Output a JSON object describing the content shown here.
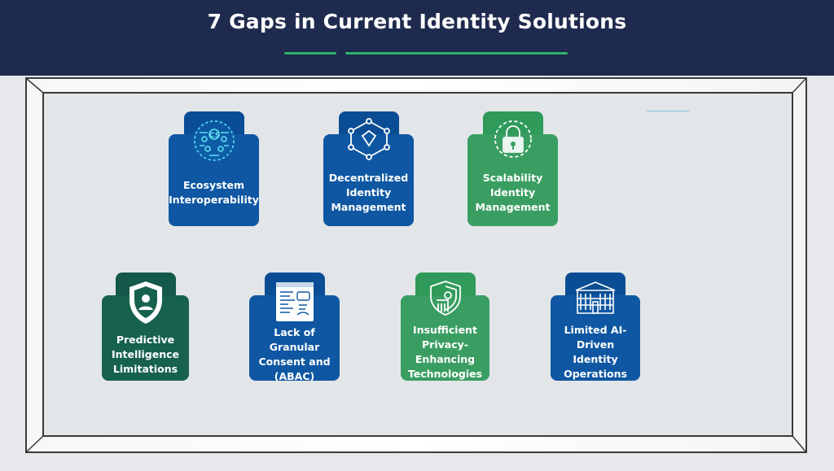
{
  "title": "7 Gaps in Current Identity Solutions",
  "colors": {
    "header": "#1f2b4e",
    "accent": "#2fb36a",
    "blue": "#0f57a2",
    "blue_tab": "#0b4d94",
    "green": "#3a9e62",
    "green_tab": "#2f9a5a",
    "teal": "#16624e",
    "teal_tab": "#14594a"
  },
  "cards": [
    {
      "id": "ecosystem-interoperability",
      "label": "Ecosystem\nInteroperability",
      "icon": "circuit-brain-icon",
      "color": "blue"
    },
    {
      "id": "decentralized-identity-management",
      "label": "Decentralized\nIdentity\nManagement",
      "icon": "network-node-icon",
      "color": "blue"
    },
    {
      "id": "scalability-identity-management",
      "label": "Scalability\nIdentity\nManagement",
      "icon": "padlock-icon",
      "color": "green"
    },
    {
      "id": "predictive-intelligence-limitations",
      "label": "Predictive\nIntelligence\nLimitations",
      "icon": "shield-user-icon",
      "color": "teal"
    },
    {
      "id": "lack-of-granular-consent",
      "label": "Lack of Granular\nConsent and\n(ABAC)",
      "icon": "document-icon",
      "color": "blue"
    },
    {
      "id": "insufficient-privacy-enhancing-technologies",
      "label": "Insufficient\nPrivacy-\nEnhancing\nTechnologies",
      "icon": "shield-building-icon",
      "color": "green"
    },
    {
      "id": "limited-ai-driven-identity-operations",
      "label": "Limited AI-\nDriven\nIdentity\nOperations",
      "icon": "building-icon",
      "color": "blue"
    }
  ]
}
